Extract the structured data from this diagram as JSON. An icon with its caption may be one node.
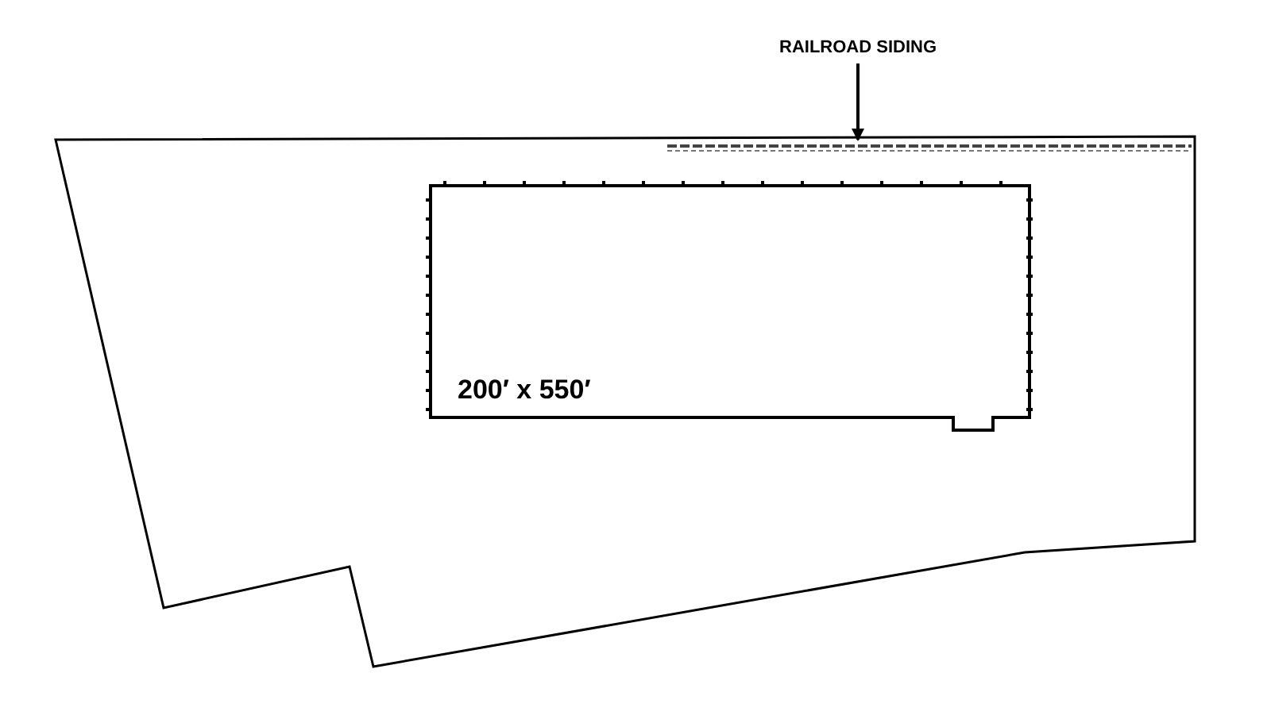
{
  "diagram": {
    "nodes": [
      {
        "text": [
          "RAILROAD SIDING"
        ]
      },
      {
        "text": [],
        "shape": "polygon"
      },
      {
        "text": [],
        "shape": "bar",
        "in": 1
      },
      {
        "text": [
          "200′ x 550′"
        ],
        "in": 1
      }
    ],
    "edges": [
      {
        "from": 0,
        "to": 2,
        "arrow": "to"
      }
    ]
  }
}
